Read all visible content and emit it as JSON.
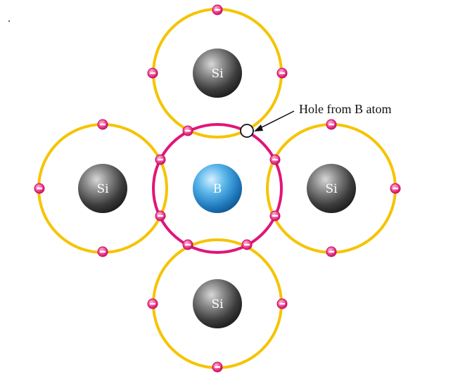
{
  "atoms": [
    {
      "id": "top",
      "symbol": "Si"
    },
    {
      "id": "left",
      "symbol": "Si"
    },
    {
      "id": "center",
      "symbol": "B"
    },
    {
      "id": "right",
      "symbol": "Si"
    },
    {
      "id": "bottom",
      "symbol": "Si"
    }
  ],
  "callout": {
    "text": "Hole from B atom"
  },
  "colors": {
    "si_orbit": "#f5c400",
    "b_orbit": "#e0157a",
    "electron": "#ec3f8e",
    "electron_ring": "#c40a5e",
    "hole_stroke": "#111111",
    "callout_line": "#111111"
  },
  "icons": {
    "electron": "minus-sign-in-circle",
    "hole": "empty-circle"
  }
}
